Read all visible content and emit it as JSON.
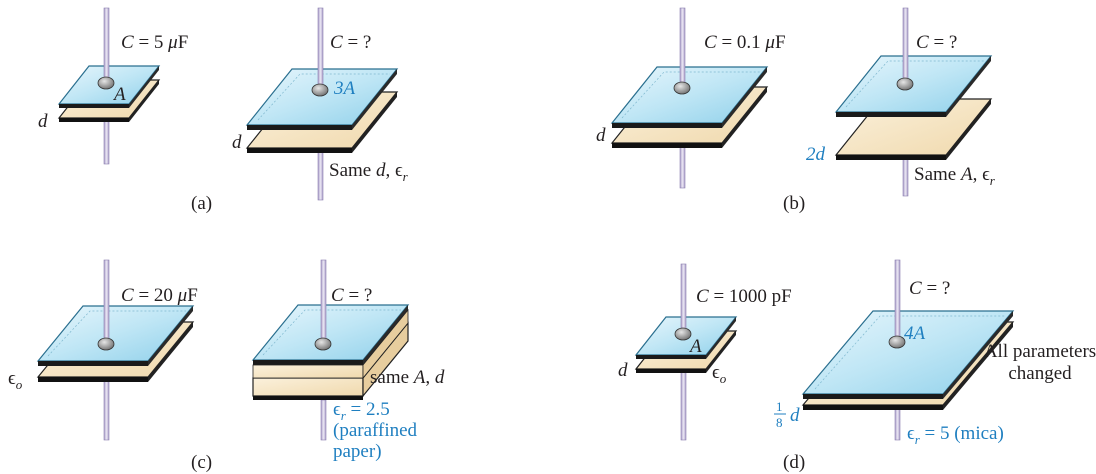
{
  "colors": {
    "plate_top": "#bfe6f5",
    "plate_edge": "#4aa6c9",
    "dielectric": "#f7e6c6",
    "lead": "#c9bfdc",
    "text": "#231f20",
    "blue_text": "#1f7fc0"
  },
  "panels": {
    "a": {
      "caption": "(a)",
      "left": {
        "c_var": "C",
        "c_eq": " = 5 ",
        "c_mu": "μ",
        "c_unit": "F",
        "area": "A",
        "sep": "d"
      },
      "right": {
        "c_var": "C",
        "c_eq": " = ?",
        "area": "3A",
        "sep": "d",
        "note_1": "Same ",
        "note_d": "d",
        "note_2": ", ",
        "note_eps": "ϵ",
        "note_r": "r"
      }
    },
    "b": {
      "caption": "(b)",
      "left": {
        "c_var": "C",
        "c_eq": " = 0.1 ",
        "c_mu": "μ",
        "c_unit": "F",
        "sep": "d"
      },
      "right": {
        "c_var": "C",
        "c_eq": " = ?",
        "sep": "2d",
        "note_1": "Same ",
        "note_a": "A",
        "note_2": ", ",
        "note_eps": "ϵ",
        "note_r": "r"
      }
    },
    "c": {
      "caption": "(c)",
      "left": {
        "c_var": "C",
        "c_eq": " = 20 ",
        "c_mu": "μ",
        "c_unit": "F",
        "eps": "ϵ",
        "eps_sub": "o"
      },
      "right": {
        "c_var": "C",
        "c_eq": " = ?",
        "note_1": "same ",
        "note_a": "A",
        "note_2": ", ",
        "note_d": "d",
        "er_eps": "ϵ",
        "er_sub": "r",
        "er_val": " = 2.5",
        "er_line2": "(paraffined",
        "er_line3": "paper)"
      }
    },
    "d": {
      "caption": "(d)",
      "left": {
        "c_var": "C",
        "c_eq": " = 1000 pF",
        "area": "A",
        "sep": "d",
        "eps": "ϵ",
        "eps_sub": "o"
      },
      "right": {
        "c_var": "C",
        "c_eq": " = ?",
        "area": "4A",
        "frac_num": "1",
        "frac_den": "8",
        "sep": "d",
        "note_line1": "All parameters",
        "note_line2": "changed",
        "er_eps": "ϵ",
        "er_sub": "r",
        "er_val": " = 5 (mica)"
      }
    }
  }
}
